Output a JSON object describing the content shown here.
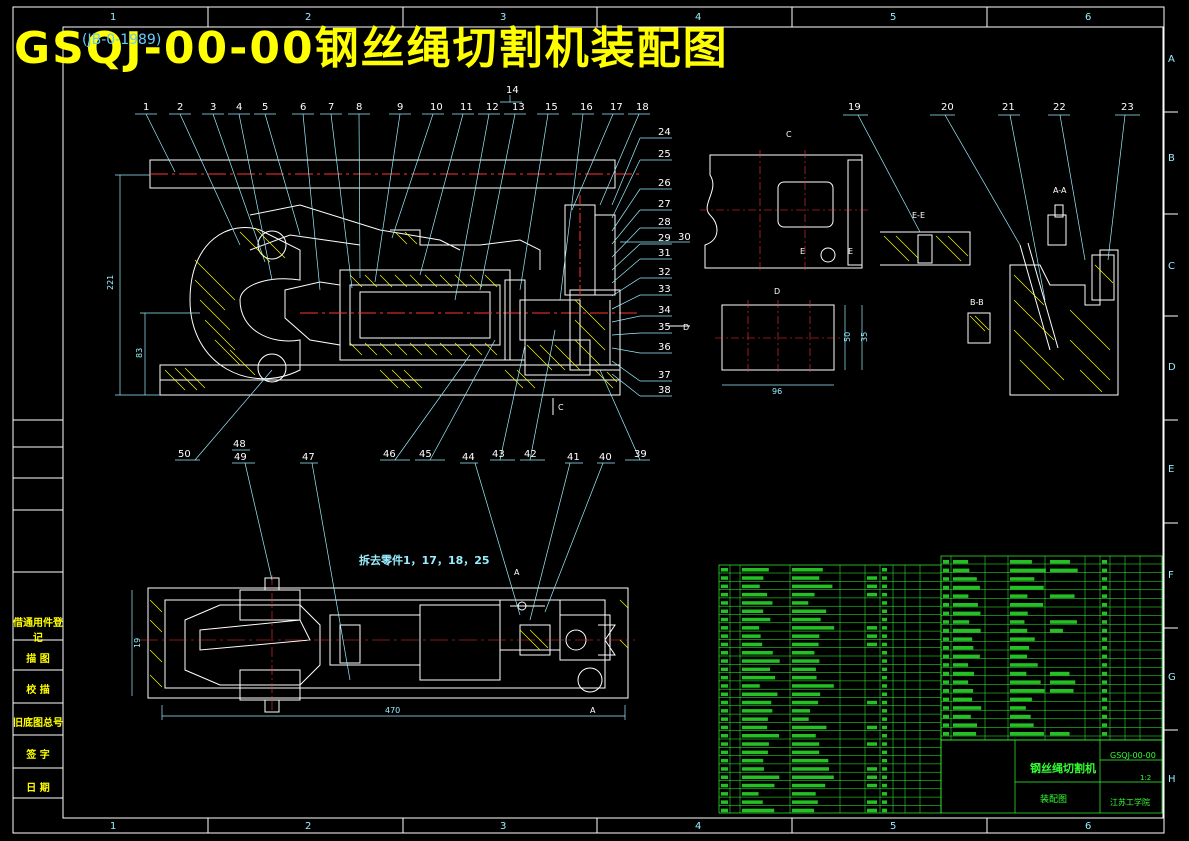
{
  "title": "GSQJ-00-00钢丝绳切割机装配图",
  "title_ghost": "(JB-0-1989)",
  "note": "拆去零件1，17，18，25",
  "border_columns": [
    "1",
    "2",
    "3",
    "4",
    "5",
    "6"
  ],
  "border_rows": [
    "A",
    "B",
    "C",
    "D",
    "E",
    "F",
    "G",
    "H"
  ],
  "side_labels": [
    "借通用件登记",
    "描 图",
    "校 描",
    "旧底图总号",
    "签 字",
    "日 期"
  ],
  "part_numbers_top": [
    "1",
    "2",
    "3",
    "4",
    "5",
    "6",
    "7",
    "8",
    "9",
    "10",
    "11",
    "12",
    "13",
    "15",
    "16",
    "17",
    "18"
  ],
  "part_14": "14",
  "part_numbers_right": [
    "24",
    "25",
    "26",
    "27",
    "28",
    "29",
    "31",
    "32",
    "33",
    "34",
    "35",
    "36",
    "37",
    "38"
  ],
  "part_30": "30",
  "part_numbers_right_views": [
    "19",
    "20",
    "21",
    "22",
    "23"
  ],
  "part_numbers_bottom": [
    "50",
    "46",
    "45",
    "43",
    "42",
    "39"
  ],
  "part_numbers_plan": [
    "48",
    "49",
    "47",
    "44",
    "41",
    "40"
  ],
  "view_labels": {
    "c_top": "C",
    "d_top": "D",
    "e1": "E",
    "e2": "E",
    "ee": "E-E",
    "aa": "A-A",
    "bb": "B-B",
    "d_arrow": "D",
    "c_arrow": "C",
    "a_arrow": "A"
  },
  "dims": {
    "h221": "221",
    "h83": "83",
    "d96": "96",
    "d50": "50",
    "d35": "35",
    "w470": "470",
    "h19": "19"
  },
  "title_block": {
    "drawing_no": "GSQJ-00-00",
    "name": "钢丝绳切割机",
    "type": "装配图",
    "school": "江苏工学院",
    "scale": "1:2"
  }
}
